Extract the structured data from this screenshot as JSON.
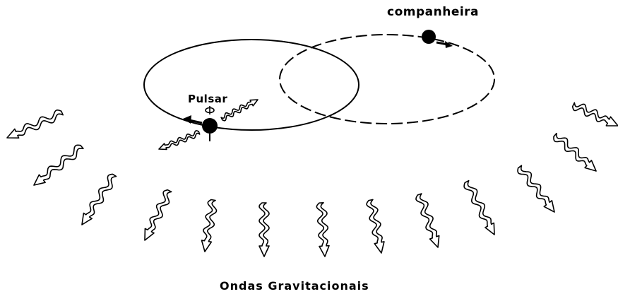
{
  "labels": {
    "companion": "companheira",
    "pulsar": "Pulsar",
    "waves": "Ondas Gravitacionais"
  },
  "colors": {
    "ink": "#000000",
    "background": "#ffffff"
  },
  "icons": [
    "gravitational-wave-arrow-icon",
    "spin-icon"
  ]
}
